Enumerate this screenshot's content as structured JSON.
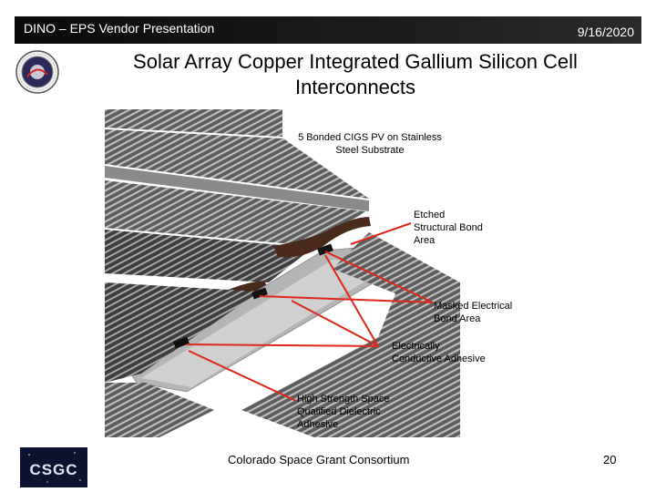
{
  "header": {
    "left_text": "DINO – EPS Vendor Presentation",
    "date": "9/16/2020"
  },
  "slide": {
    "title": "Solar Array Copper Integrated Gallium Silicon Cell Interconnects"
  },
  "callouts": {
    "cigs": [
      "5 Bonded CIGS PV on Stainless",
      "Steel Substrate"
    ],
    "etched": [
      "Etched",
      "Structural Bond",
      "Area"
    ],
    "masked": [
      "Masked Electrical",
      "Bond Area"
    ],
    "conductive": [
      "Electrically",
      "Conductive Adhesive"
    ],
    "dielectric": [
      "High Strength Space",
      "Qualified Dielectric",
      "Adhesive"
    ]
  },
  "footer": {
    "logo_text": "CSGC",
    "org": "Colorado Space Grant Consortium",
    "page_number": "20"
  },
  "colors": {
    "arrow": "#e0261b",
    "header_bg": "#111111",
    "bond_strip": "#4a2a1a"
  }
}
